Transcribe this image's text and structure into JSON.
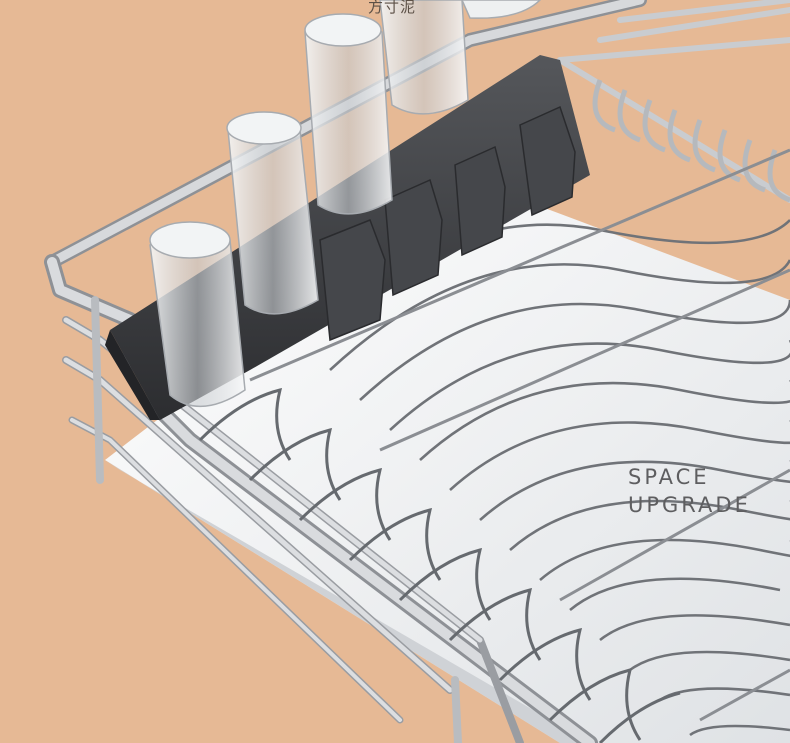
{
  "top_text": "方寸泥",
  "slogan": {
    "line1": "SPACE",
    "line2": "UPGRADE"
  },
  "colors": {
    "background": "#e6b995",
    "frame": "#d7d9dc",
    "frame_shadow": "#8e9196",
    "tray": "#f3f4f5",
    "holder": "#3c3d40",
    "glass": "#e9ecee"
  }
}
